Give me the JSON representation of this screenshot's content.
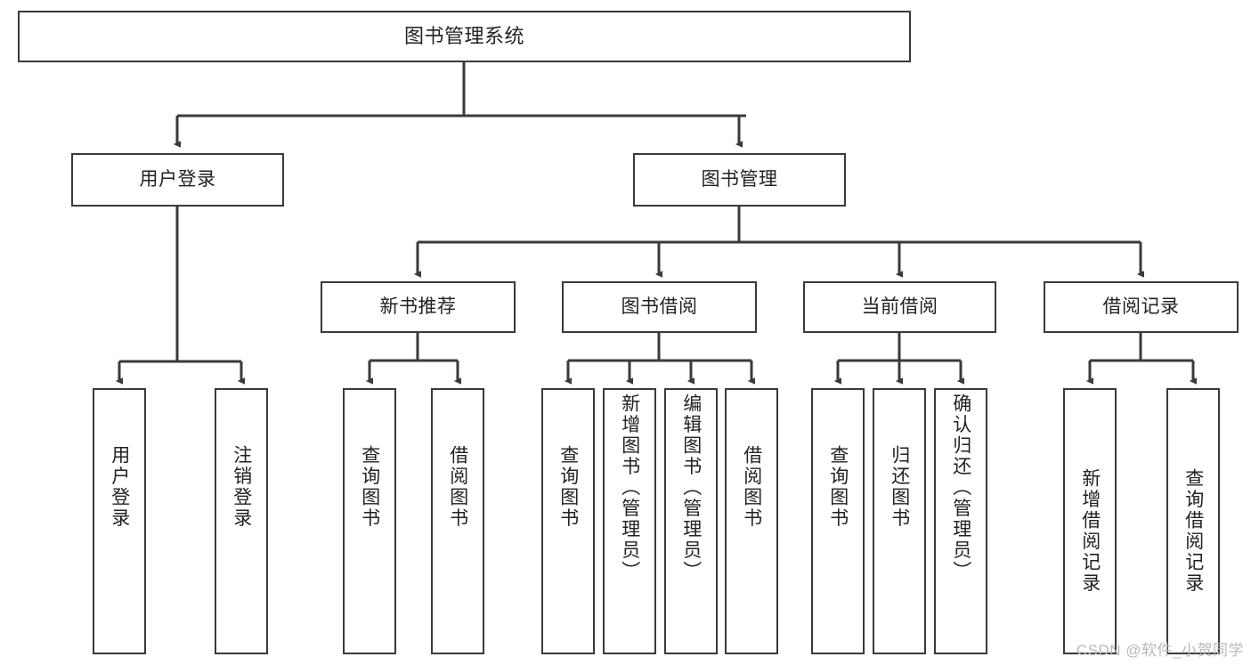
{
  "diagram": {
    "title": "图书管理系统",
    "type": "tree-hierarchy-chart",
    "root": {
      "label": "图书管理系统"
    },
    "level1": [
      {
        "label": "用户登录"
      },
      {
        "label": "图书管理"
      }
    ],
    "level2": [
      {
        "label": "新书推荐"
      },
      {
        "label": "图书借阅"
      },
      {
        "label": "当前借阅"
      },
      {
        "label": "借阅记录"
      }
    ],
    "leaves": {
      "user_login": [
        {
          "label": "用户登录"
        },
        {
          "label": "注销登录"
        }
      ],
      "new_book": [
        {
          "label": "查询图书"
        },
        {
          "label": "借阅图书"
        }
      ],
      "borrow_book": [
        {
          "label": "查询图书"
        },
        {
          "label": "新增图书（管理员）"
        },
        {
          "label": "编辑图书（管理员）"
        },
        {
          "label": "借阅图书"
        }
      ],
      "current_borrow": [
        {
          "label": "查询图书"
        },
        {
          "label": "归还图书"
        },
        {
          "label": "确认归还（管理员）"
        }
      ],
      "borrow_record": [
        {
          "label": "新增借阅记录"
        },
        {
          "label": "查询借阅记录"
        }
      ]
    }
  },
  "watermark": {
    "text": "CSDN @软件_小贺同学"
  },
  "colors": {
    "stroke": "#3a3a3a",
    "background": "#ffffff",
    "text": "#222222",
    "watermark": "#b9b9b9"
  }
}
